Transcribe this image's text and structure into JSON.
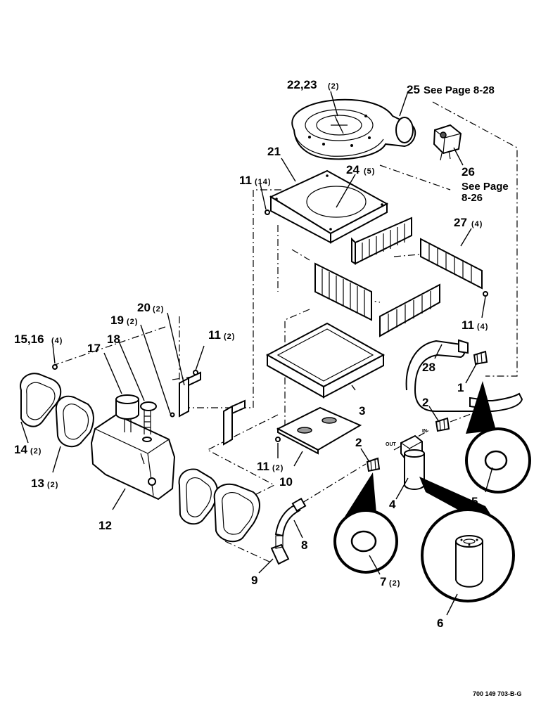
{
  "callouts": {
    "c22_23": {
      "num": "22,23",
      "qty": "(2)"
    },
    "c25": {
      "num": "25",
      "note": "See Page 8-28"
    },
    "c26": {
      "num": "26",
      "note1": "See Page",
      "note2": "8-26"
    },
    "c21": {
      "num": "21"
    },
    "c24": {
      "num": "24",
      "qty": "(5)"
    },
    "c11a": {
      "num": "11",
      "qty": "(14)"
    },
    "c27": {
      "num": "27",
      "qty": "(4)"
    },
    "c11b": {
      "num": "11",
      "qty": "(4)"
    },
    "c20": {
      "num": "20",
      "qty": "(2)"
    },
    "c19": {
      "num": "19",
      "qty": "(2)"
    },
    "c11c": {
      "num": "11",
      "qty": "(2)"
    },
    "c15_16": {
      "num": "15,16",
      "qty": "(4)"
    },
    "c17": {
      "num": "17"
    },
    "c18": {
      "num": "18"
    },
    "c28": {
      "num": "28"
    },
    "c1": {
      "num": "1"
    },
    "c2a": {
      "num": "2"
    },
    "c3": {
      "num": "3"
    },
    "c2b": {
      "num": "2"
    },
    "c14": {
      "num": "14",
      "qty": "(2)"
    },
    "c13": {
      "num": "13",
      "qty": "(2)"
    },
    "c11d": {
      "num": "11",
      "qty": "(2)"
    },
    "c10": {
      "num": "10"
    },
    "c12": {
      "num": "12"
    },
    "c4": {
      "num": "4"
    },
    "c5": {
      "num": "5"
    },
    "c8": {
      "num": "8"
    },
    "c9": {
      "num": "9"
    },
    "c7": {
      "num": "7",
      "qty": "(2)"
    },
    "c6": {
      "num": "6"
    }
  },
  "filter_marks": {
    "out": "OUT",
    "in": "IN"
  },
  "footer": {
    "drawing_number": "700 149 703-B-G"
  }
}
